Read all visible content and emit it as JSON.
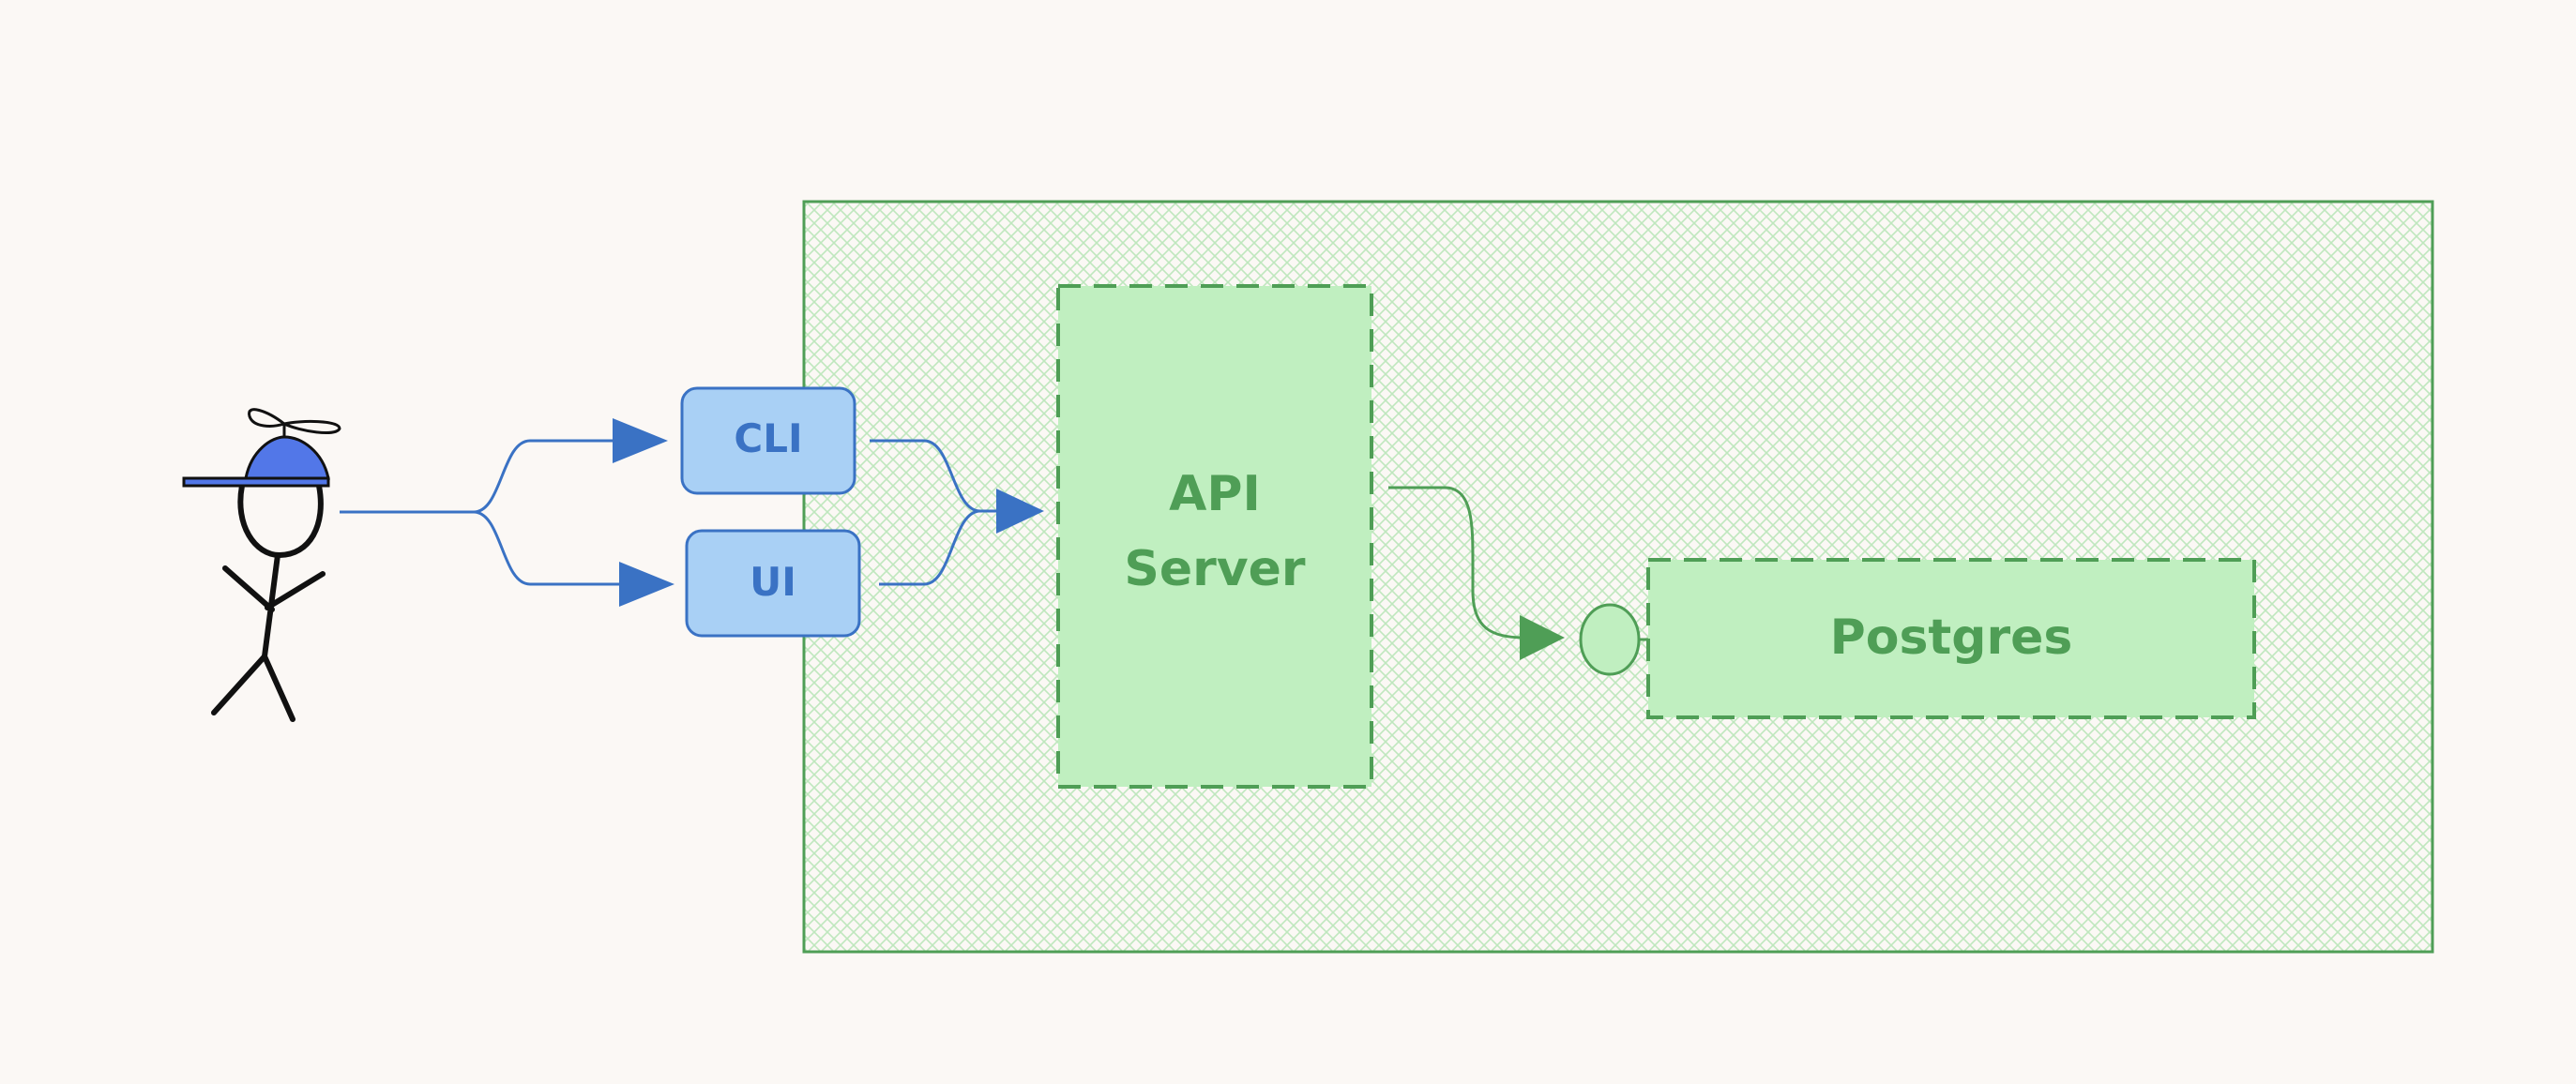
{
  "diagram": {
    "nodes": {
      "user": {
        "icon": "stick-figure-with-propeller-cap-icon"
      },
      "cli": {
        "label": "CLI"
      },
      "ui": {
        "label": "UI"
      },
      "api_server": {
        "label_line1": "API",
        "label_line2": "Server"
      },
      "postgres": {
        "label": "Postgres"
      }
    },
    "edges": [
      {
        "from": "user",
        "to": "cli"
      },
      {
        "from": "user",
        "to": "ui"
      },
      {
        "from": "cli",
        "to": "api_server"
      },
      {
        "from": "ui",
        "to": "api_server"
      },
      {
        "from": "api_server",
        "to": "postgres"
      }
    ],
    "colors": {
      "background": "#fbf8f5",
      "client_fill": "#a9d0f5",
      "client_stroke": "#3a72c4",
      "client_text": "#3a72c4",
      "cap": "#5277e8",
      "boundary_stroke": "#4f9e56",
      "boundary_hatch": "#bfe7be",
      "service_fill": "#c0efc0",
      "service_stroke": "#4f9e56",
      "service_text": "#4f9e56",
      "figure": "#111111"
    }
  }
}
